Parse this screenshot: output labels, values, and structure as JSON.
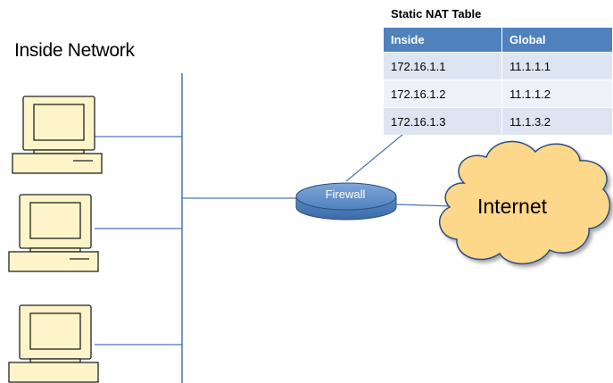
{
  "inside_network": {
    "title": "Inside Network"
  },
  "nat_table": {
    "caption": "Static NAT Table",
    "headers": [
      "Inside",
      "Global"
    ],
    "rows": [
      [
        "172.16.1.1",
        "11.1.1.1"
      ],
      [
        "172.16.1.2",
        "11.1.1.2"
      ],
      [
        "172.16.1.3",
        "11.1.3.2"
      ]
    ]
  },
  "firewall": {
    "label": "Firewall"
  },
  "internet": {
    "label": "Internet"
  },
  "colors": {
    "accent_blue": "#4f81bd",
    "computer_fill": "#fdf5c9",
    "line_blue": "#4a76b0"
  }
}
